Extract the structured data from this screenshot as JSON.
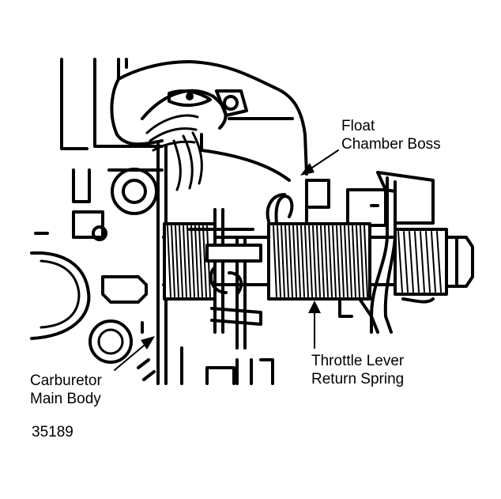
{
  "labels": {
    "float_chamber_boss": [
      "Float",
      "Chamber Boss"
    ],
    "throttle_lever_return_spring": [
      "Throttle Lever",
      "Return Spring"
    ],
    "carburetor_main_body": [
      "Carburetor",
      "Main Body"
    ]
  },
  "figure_number": "35189"
}
